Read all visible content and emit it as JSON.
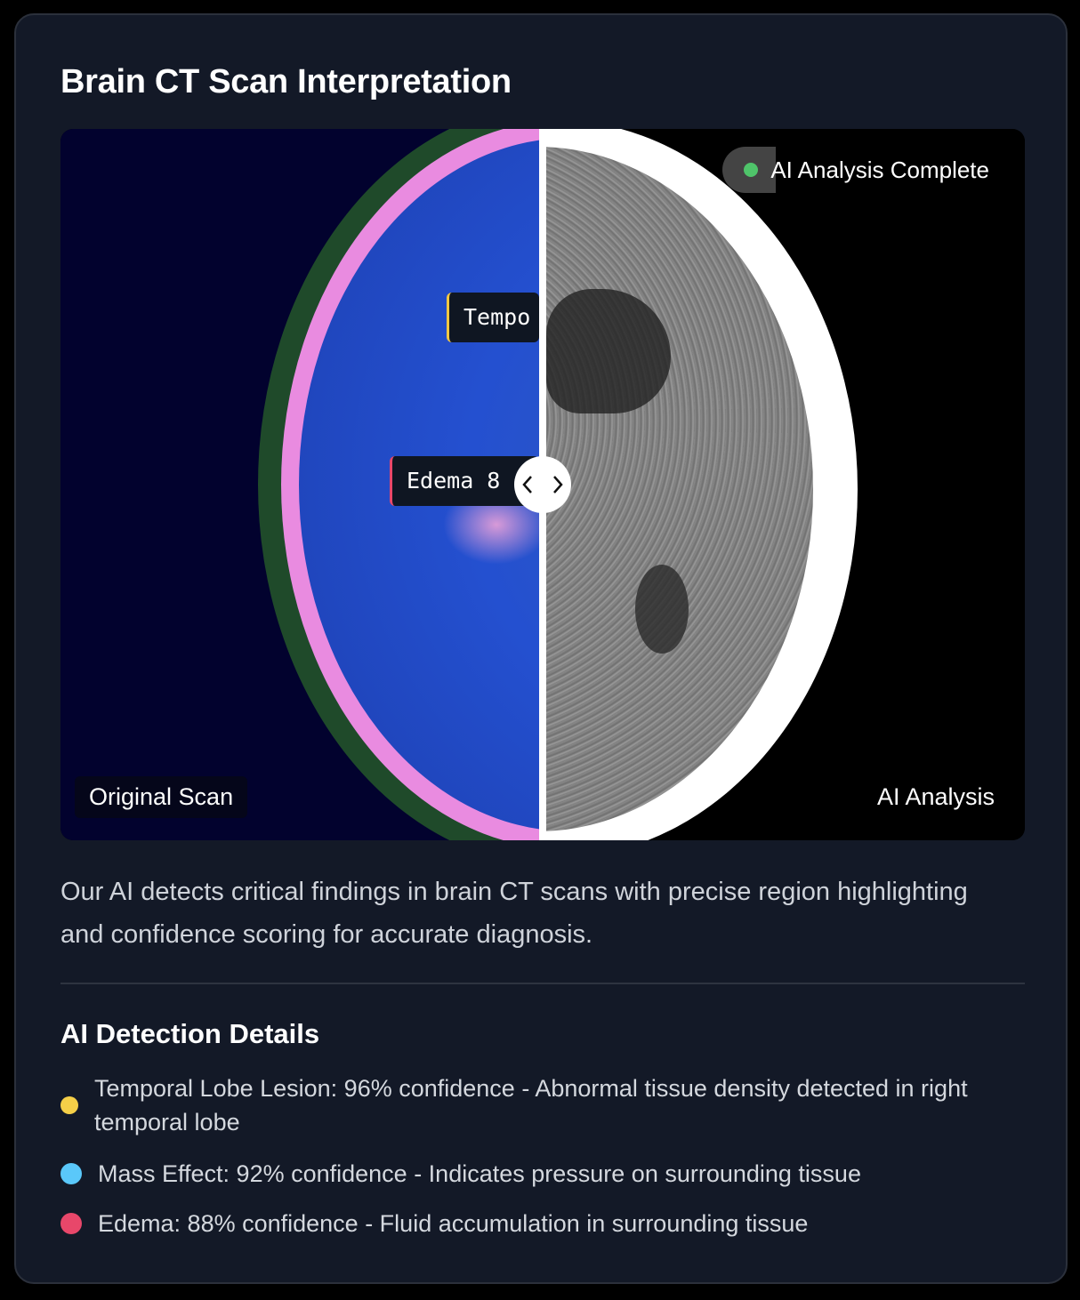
{
  "title": "Brain CT Scan Interpretation",
  "viewer": {
    "left_label": "Original Scan",
    "right_label": "AI Analysis",
    "status_badge": "AI Analysis Complete",
    "status_color": "#4fc46a",
    "tags": [
      {
        "text": "Tempo",
        "color": "#f5c842"
      },
      {
        "text": "Edema 8",
        "color": "#e8476a"
      }
    ],
    "slider_position_percent": 50
  },
  "description": "Our AI detects critical findings in brain CT scans with precise region highlighting and confidence scoring for accurate diagnosis.",
  "details": {
    "heading": "AI Detection Details",
    "items": [
      {
        "text": "Temporal Lobe Lesion: 96% confidence - Abnormal tissue density detected in right temporal lobe",
        "color": "#f5cf48"
      },
      {
        "text": "Mass Effect: 92% confidence - Indicates pressure on surrounding tissue",
        "color": "#5ac8fa"
      },
      {
        "text": "Edema: 88% confidence - Fluid accumulation in surrounding tissue",
        "color": "#e8476a"
      }
    ]
  }
}
